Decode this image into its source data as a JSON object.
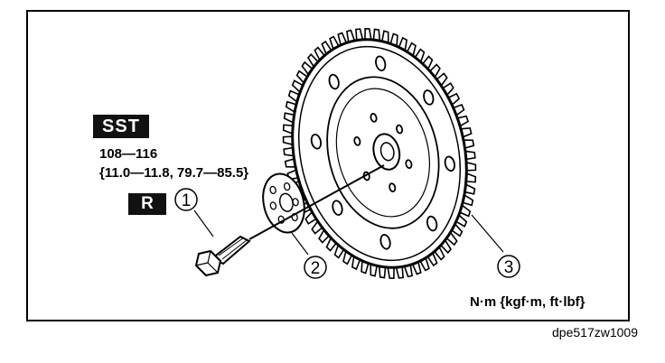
{
  "sst_badge": "SST",
  "r_badge": "R",
  "torque": {
    "line1": "108—116",
    "line2": "{11.0—11.8, 79.7—85.5}"
  },
  "units": "N·m {kgf·m, ft·lbf}",
  "callouts": [
    "1",
    "2",
    "3"
  ],
  "figure_code": "dpe517zw1009"
}
